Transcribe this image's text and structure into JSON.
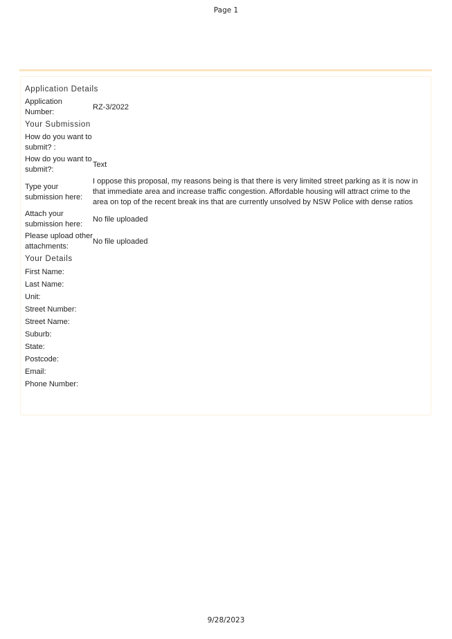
{
  "header": {
    "page_label": "Page 1"
  },
  "footer": {
    "date": "9/28/2023"
  },
  "sections": {
    "application_details": {
      "title": "Application Details",
      "fields": [
        {
          "label": "Application Number:",
          "value": "RZ-3/2022"
        }
      ]
    },
    "your_submission": {
      "title": "Your Submission",
      "fields": [
        {
          "label": "How do you want to submit? :",
          "value": ""
        },
        {
          "label": "How do you want to submit?:",
          "value": "Text"
        },
        {
          "label": "Type your submission here:",
          "value": "I oppose this proposal, my reasons being is that there is very limited street parking as it is now in that immediate area and increase traffic congestion. Affordable housing will attract crime to the area on top of the recent break ins that are currently unsolved by NSW Police with dense ratios"
        },
        {
          "label": "Attach your submission here:",
          "value": "No file uploaded"
        },
        {
          "label": "Please upload other attachments:",
          "value": "No file uploaded"
        }
      ]
    },
    "your_details": {
      "title": "Your Details",
      "fields": [
        {
          "label": "First Name:",
          "value": ""
        },
        {
          "label": "Last Name:",
          "value": ""
        },
        {
          "label": "Unit:",
          "value": ""
        },
        {
          "label": "Street Number:",
          "value": ""
        },
        {
          "label": "Street Name:",
          "value": ""
        },
        {
          "label": "Suburb:",
          "value": ""
        },
        {
          "label": "State:",
          "value": ""
        },
        {
          "label": "Postcode:",
          "value": ""
        },
        {
          "label": "Email:",
          "value": ""
        },
        {
          "label": "Phone Number:",
          "value": ""
        }
      ]
    }
  },
  "colors": {
    "rule": "#fbe3bf",
    "box_border": "#fdf1dc"
  }
}
